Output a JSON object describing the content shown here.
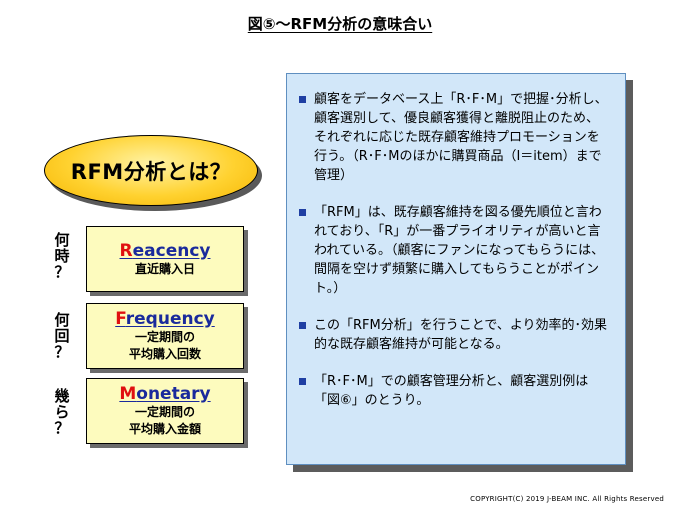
{
  "title": "図⑤～RFM分析の意味合い",
  "oval": {
    "text": "RFM分析とは？"
  },
  "questions": [
    {
      "chars": [
        "何",
        "時",
        "？"
      ]
    },
    {
      "chars": [
        "何",
        "回",
        "？"
      ]
    },
    {
      "chars": [
        "幾",
        "ら",
        "？"
      ]
    }
  ],
  "boxes": [
    {
      "initial": "R",
      "rest": "eacency",
      "lines": [
        "直近購入日"
      ]
    },
    {
      "initial": "F",
      "rest": "requency",
      "lines": [
        "一定期間の",
        "平均購入回数"
      ]
    },
    {
      "initial": "M",
      "rest": "onetary",
      "lines": [
        "一定期間の",
        "平均購入金額"
      ]
    }
  ],
  "bullets": [
    "顧客をデータベース上「R･F･M」で把握･分析し、顧客選別して、優良顧客獲得と離脱阻止のため、それぞれに応じた既存顧客維持プロモーションを行う。（R･F･Mのほかに購買商品（I＝item）まで管理）",
    "「RFM」は、既存顧客維持を図る優先順位と言われており、「R」が一番プライオリティが高いと言われている。（顧客にファンになってもらうには、間隔を空けず頻繁に購入してもらうことがポイント。）",
    "この「RFM分析」を行うことで、より効率的･効果的な既存顧客維持が可能となる。",
    "「R･F･M」での顧客管理分析と、顧客選別例は「図⑥」のとうり。"
  ],
  "copyright": "COPYRIGHT(C) 2019  J-BEAM  INC.  All Rights Reserved",
  "colors": {
    "accent_red": "#e01010",
    "heading_blue": "#1a2a9c",
    "panel_bg": "#d2e7f9",
    "box_bg": "#fdfbbe",
    "oval_fill": "#ffd230"
  }
}
